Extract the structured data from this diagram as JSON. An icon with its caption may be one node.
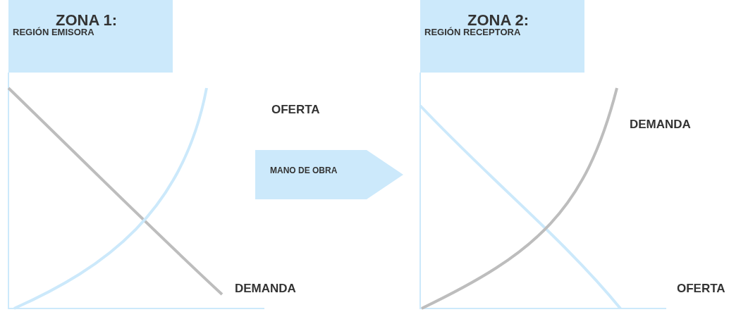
{
  "diagram": {
    "nodes": [
      {
        "text": [
          "ZONA 1:",
          "REGIÓN EMISORA"
        ]
      },
      {
        "text": [
          "ZONA 2:",
          "REGIÓN RECEPTORA"
        ]
      },
      {
        "text": [
          "MANO DE OBRA"
        ]
      }
    ],
    "labels": [
      "OFERTA",
      "DEMANDA",
      "DEMANDA",
      "OFERTA"
    ]
  }
}
